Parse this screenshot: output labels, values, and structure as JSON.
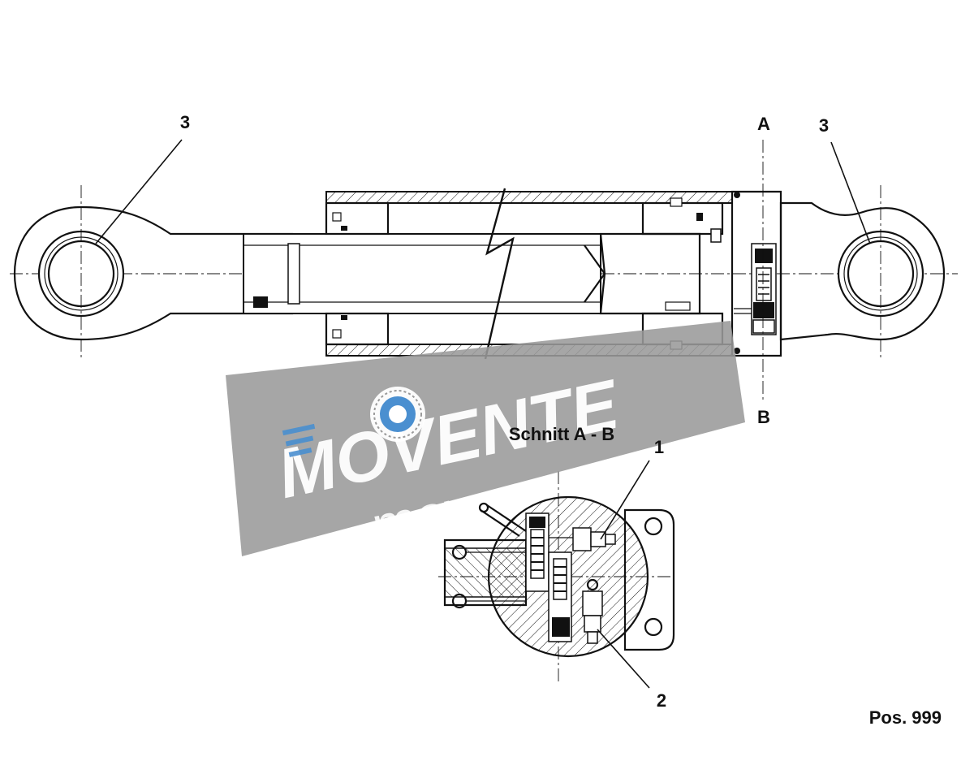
{
  "labels": {
    "callout_3_left": "3",
    "callout_3_right": "3",
    "section_a": "A",
    "section_b": "B",
    "section_title": "Schnitt A - B",
    "callout_1": "1",
    "callout_2": "2",
    "position": "Pos. 999"
  },
  "watermark": {
    "brand": "MOVENTE",
    "domain": "movente.ru",
    "band_color": "#9a9a9a",
    "icon": "bearing-logo-icon"
  },
  "colors": {
    "line": "#111111",
    "background": "#ffffff"
  }
}
